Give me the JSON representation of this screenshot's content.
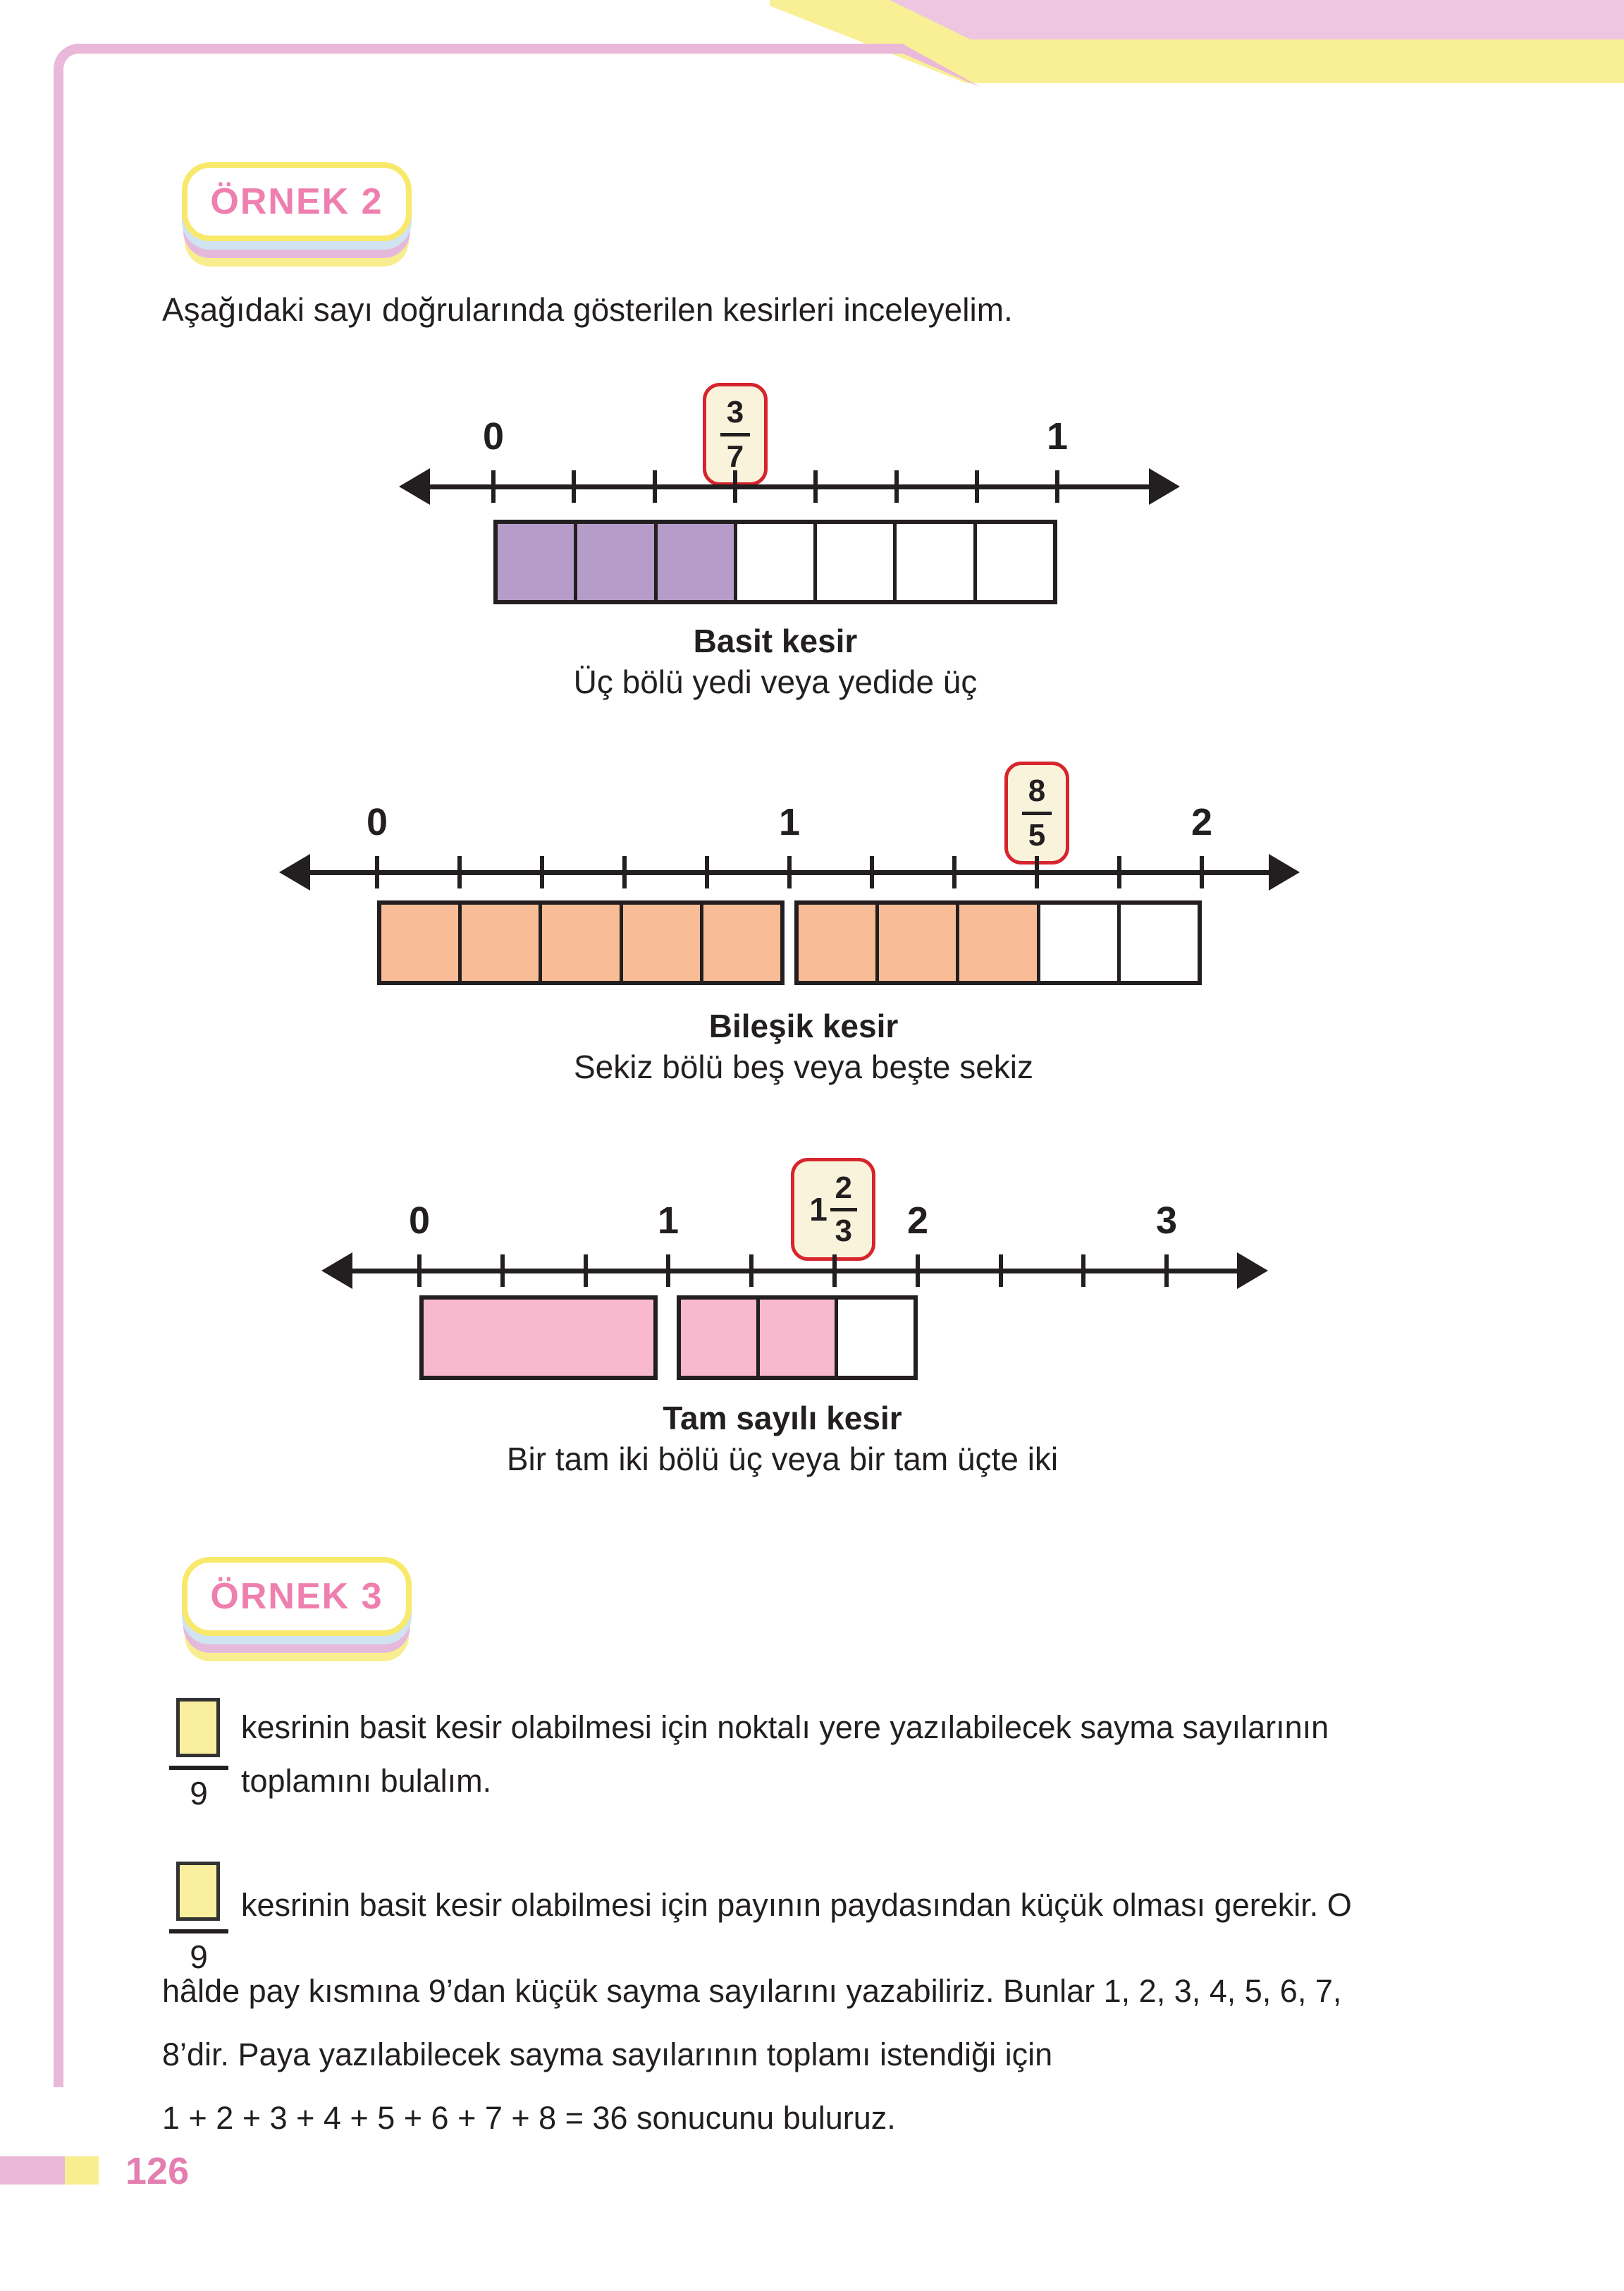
{
  "page": {
    "number": "126"
  },
  "example2": {
    "badge_label": "ÖRNEK 2",
    "intro": "Aşağıdaki sayı doğrularında gösterilen kesirleri inceleyelim.",
    "diagrams": [
      {
        "labels": [
          "0",
          "1"
        ],
        "fraction": {
          "num": "3",
          "den": "7"
        },
        "caption_title": "Basit kesir",
        "caption_reading": "Üç bölü yedi veya yedide üç"
      },
      {
        "labels": [
          "0",
          "1",
          "2"
        ],
        "fraction": {
          "num": "8",
          "den": "5"
        },
        "caption_title": "Bileşik kesir",
        "caption_reading": "Sekiz bölü beş veya beşte sekiz"
      },
      {
        "labels": [
          "0",
          "1",
          "2",
          "3"
        ],
        "fraction": {
          "whole": "1",
          "num": "2",
          "den": "3"
        },
        "caption_title": "Tam sayılı kesir",
        "caption_reading": "Bir tam iki bölü üç veya bir tam üçte iki"
      }
    ]
  },
  "example3": {
    "badge_label": "ÖRNEK 3",
    "fraction1": {
      "den": "9"
    },
    "fraction2": {
      "den": "9"
    },
    "p1_line1": "kesrinin basit kesir olabilmesi için noktalı yere yazılabilecek sayma sayılarının",
    "p1_line2": "toplamını bulalım.",
    "p2_line1": "kesrinin basit kesir olabilmesi için payının paydasından küçük olması gerekir. O",
    "p2_line2": "hâlde pay kısmına 9’dan küçük sayma sayılarını yazabiliriz. Bunlar 1, 2, 3, 4, 5, 6, 7,",
    "p2_line3": "8’dir. Paya yazılabilecek sayma sayılarının toplamı istendiği için",
    "p2_line4": "1 + 2 + 3 + 4 + 5 + 6 + 7 + 8 = 36 sonucunu buluruz."
  }
}
